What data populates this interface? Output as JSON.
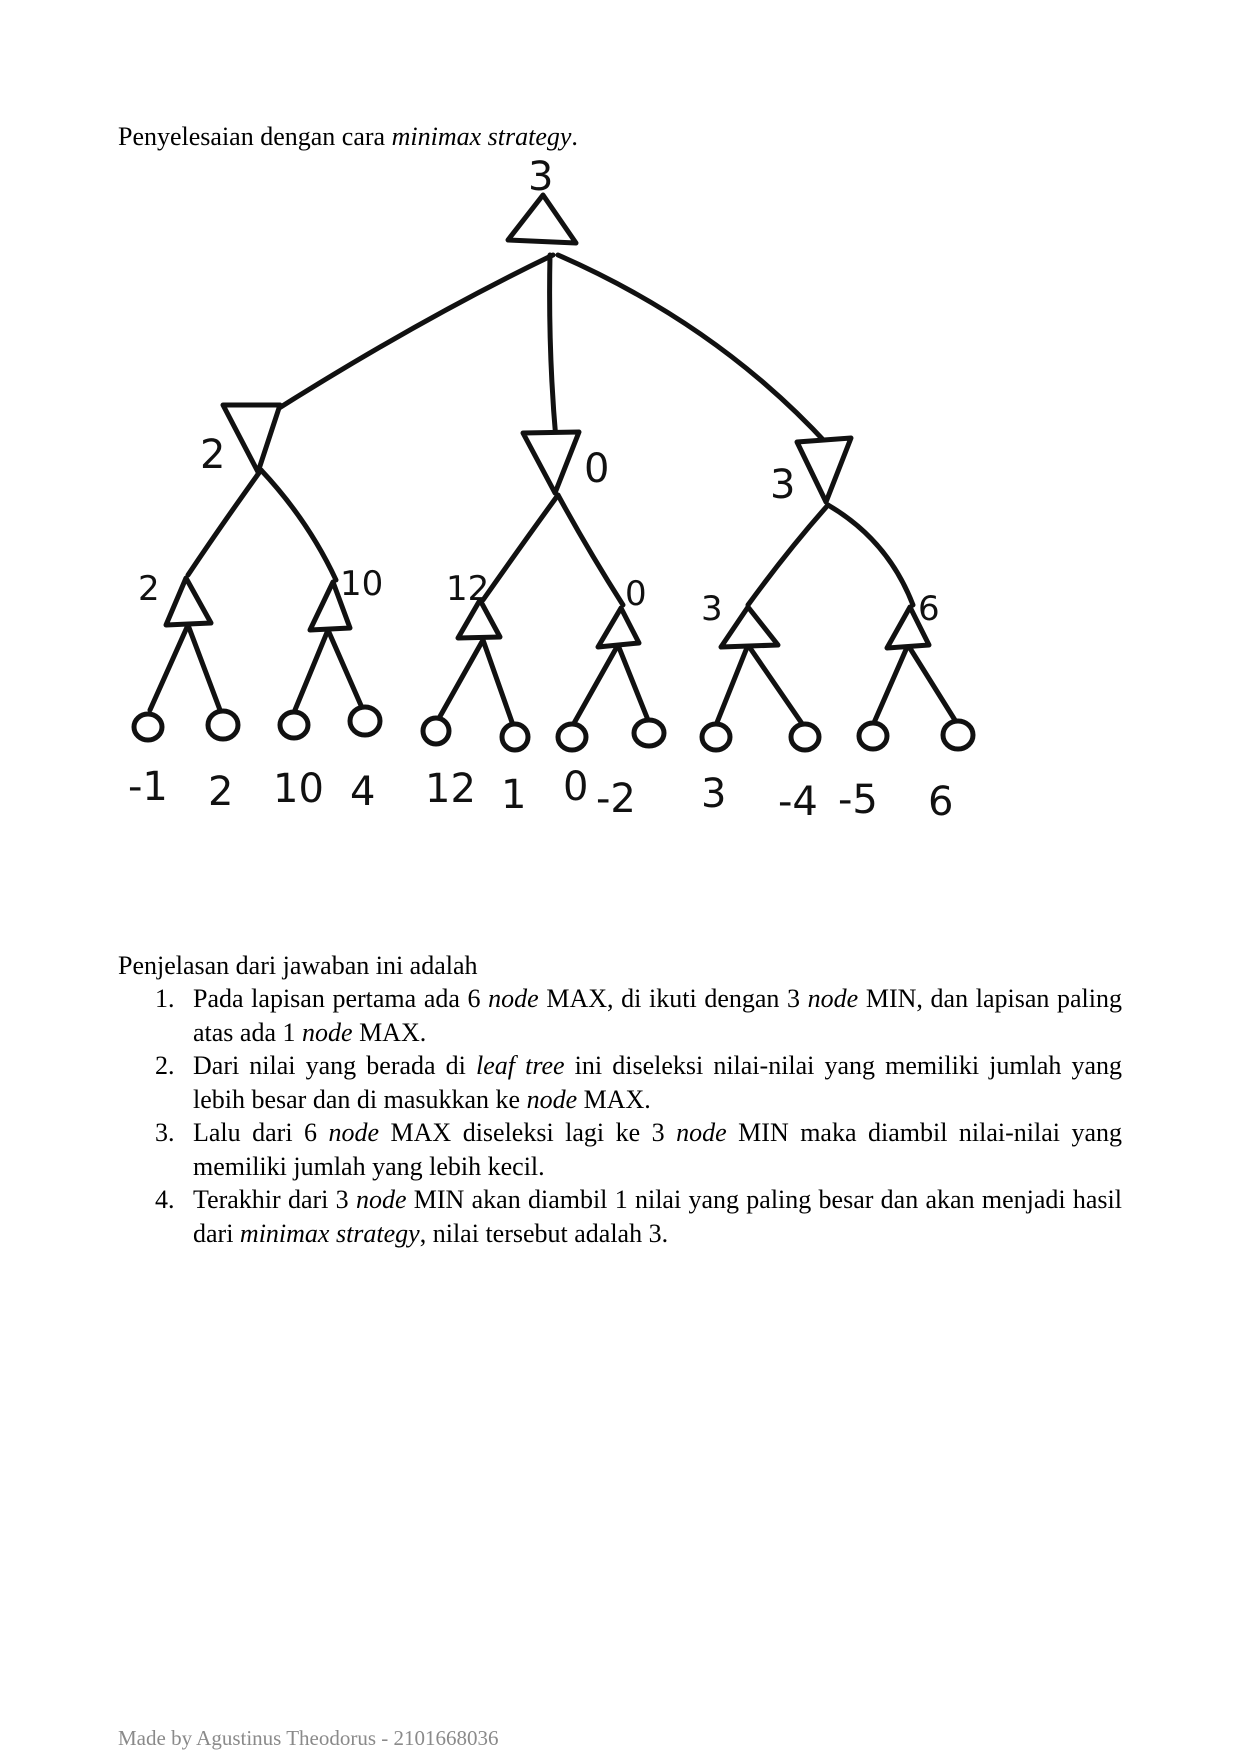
{
  "intro": {
    "lead": "Penyelesaian dengan cara ",
    "term": "minimax strategy",
    "tail": "."
  },
  "tree": {
    "root_value": "3",
    "min_values": [
      "2",
      "0",
      "3"
    ],
    "max_values": [
      "2",
      "10",
      "12",
      "0",
      "3",
      "6"
    ],
    "leaf_values": [
      "-1",
      "2",
      "10",
      "4",
      "12",
      "1",
      "0",
      "-2",
      "3",
      "-4",
      "-5",
      "6"
    ]
  },
  "explanation": {
    "heading": "Penjelasan dari jawaban ini adalah",
    "items": [
      {
        "number": "1.",
        "parts": [
          "Pada lapisan pertama ada 6 ",
          "node",
          " MAX, di ikuti dengan 3 ",
          "node",
          " MIN, dan lapisan paling atas ada 1 ",
          "node",
          " MAX."
        ]
      },
      {
        "number": "2.",
        "parts": [
          "Dari nilai yang berada di ",
          "leaf tree",
          " ini diseleksi nilai-nilai yang memiliki jumlah yang lebih besar dan di masukkan ke ",
          "node",
          " MAX."
        ]
      },
      {
        "number": "3.",
        "parts": [
          "Lalu dari 6 ",
          "node",
          " MAX diseleksi lagi ke 3 ",
          "node",
          " MIN maka diambil nilai-nilai yang memiliki jumlah yang lebih kecil."
        ]
      },
      {
        "number": "4.",
        "parts": [
          "Terakhir dari 3 ",
          "node",
          " MIN akan diambil 1 nilai yang paling besar dan akan menjadi hasil dari ",
          "minimax strategy",
          ", nilai tersebut adalah 3."
        ]
      }
    ]
  },
  "footer": {
    "text": "Made by Agustinus Theodorus - 2101668036"
  }
}
